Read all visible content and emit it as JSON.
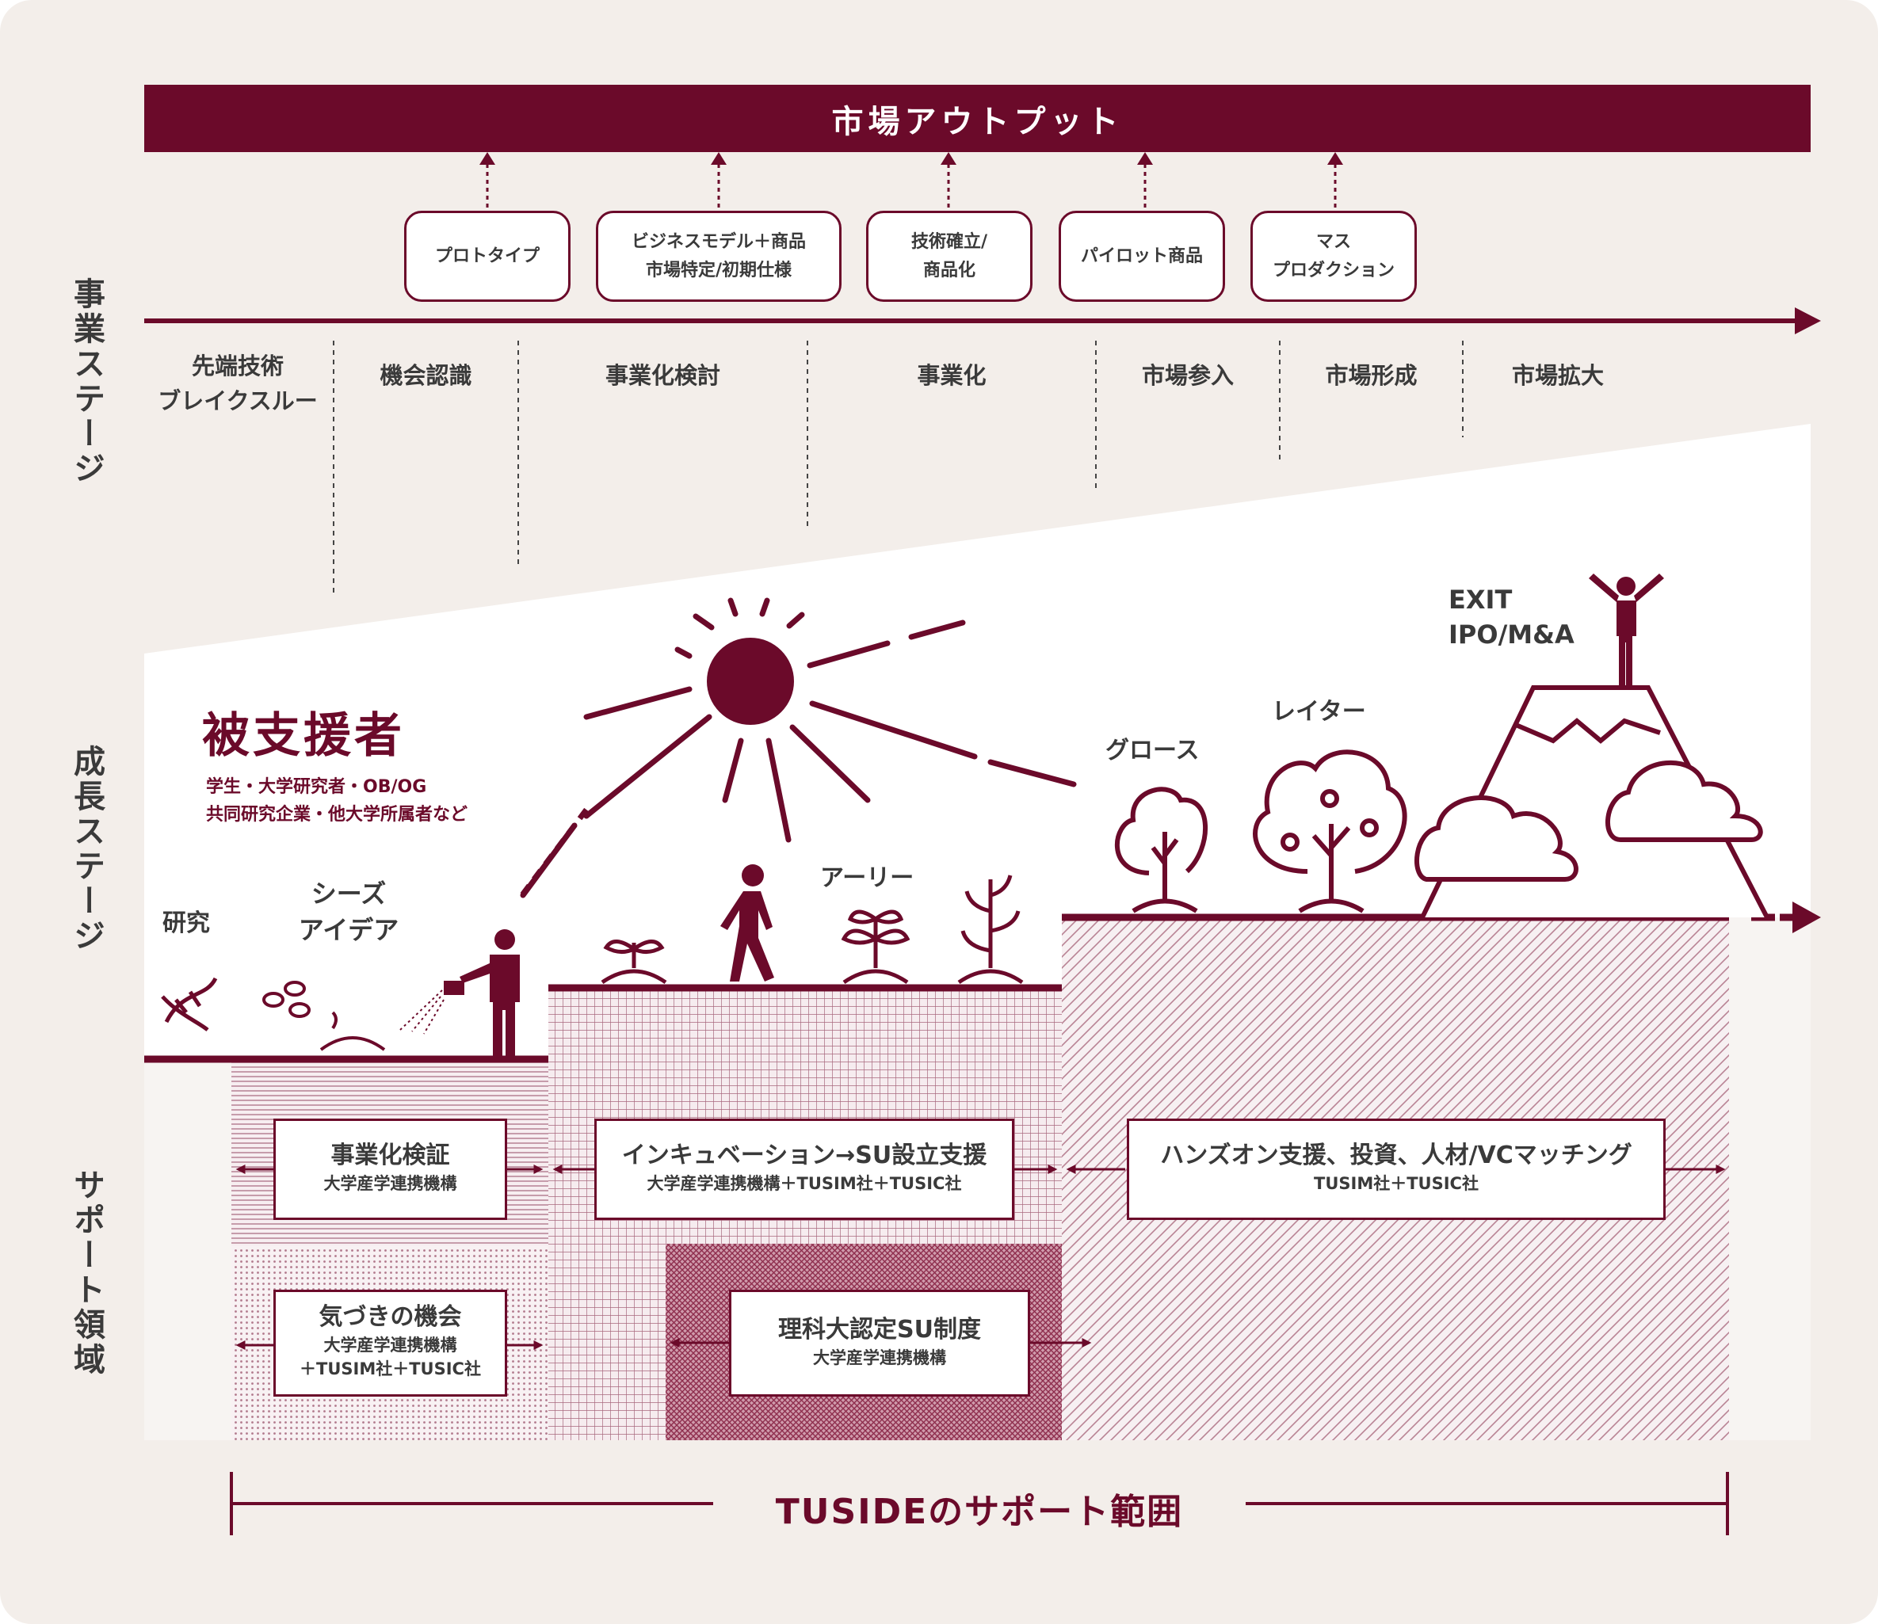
{
  "output_bar": {
    "label": "市場アウトプット"
  },
  "output_boxes": [
    {
      "label": "プロトタイプ"
    },
    {
      "label": "ビジネスモデル＋商品\n市場特定/初期仕様"
    },
    {
      "label": "技術確立/\n商品化"
    },
    {
      "label": "パイロット商品"
    },
    {
      "label": "マス\nプロダクション"
    }
  ],
  "side_labels": {
    "business": "事業ステージ",
    "growth": "成長ステージ",
    "support": "サポート領域"
  },
  "business_stages": [
    {
      "label": "先端技術\nブレイクスルー"
    },
    {
      "label": "機会認識"
    },
    {
      "label": "事業化検討"
    },
    {
      "label": "事業化"
    },
    {
      "label": "市場参入"
    },
    {
      "label": "市場形成"
    },
    {
      "label": "市場拡大"
    }
  ],
  "supported": {
    "title": "被支援者",
    "line1": "学生・大学研究者・OB/OG",
    "line2": "共同研究企業・他大学所属者など"
  },
  "growth_labels": {
    "research": "研究",
    "seeds": "シーズ\nアイデア",
    "early": "アーリー",
    "growth": "グロース",
    "later": "レイター",
    "exit": "EXIT\nIPO/M&A"
  },
  "support_boxes": [
    {
      "title": "事業化検証",
      "sub": "大学産学連携機構"
    },
    {
      "title": "インキュベーション→SU設立支援",
      "sub": "大学産学連携機構＋TUSIM社＋TUSIC社"
    },
    {
      "title": "ハンズオン支援、投資、人材/VCマッチング",
      "sub": "TUSIM社＋TUSIC社"
    },
    {
      "title": "気づきの機会",
      "sub": "大学産学連携機構\n＋TUSIM社＋TUSIC社"
    },
    {
      "title": "理科大認定SU制度",
      "sub": "大学産学連携機構"
    }
  ],
  "range": {
    "label": "TUSIDEのサポート範囲"
  },
  "colors": {
    "maroon": "#6b0a2a",
    "bg": "#f3eeea",
    "pink": "#ecd5dc",
    "white": "#ffffff"
  }
}
